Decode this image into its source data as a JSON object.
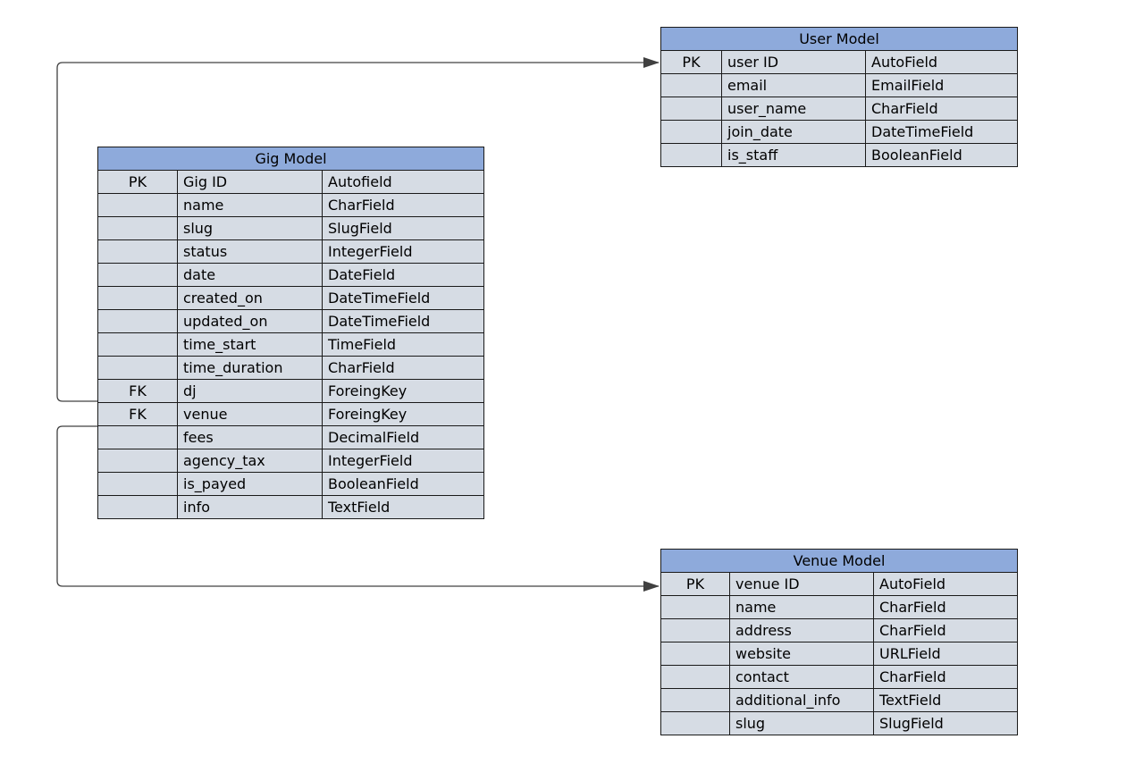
{
  "user_model": {
    "title": "User Model",
    "rows": [
      {
        "key": "PK",
        "field": "user ID",
        "type": "AutoField"
      },
      {
        "key": "",
        "field": "email",
        "type": "EmailField"
      },
      {
        "key": "",
        "field": "user_name",
        "type": "CharField"
      },
      {
        "key": "",
        "field": "join_date",
        "type": "DateTimeField"
      },
      {
        "key": "",
        "field": "is_staff",
        "type": "BooleanField"
      }
    ]
  },
  "gig_model": {
    "title": "Gig Model",
    "rows": [
      {
        "key": "PK",
        "field": "Gig ID",
        "type": "Autofield"
      },
      {
        "key": "",
        "field": "name",
        "type": "CharField"
      },
      {
        "key": "",
        "field": "slug",
        "type": "SlugField"
      },
      {
        "key": "",
        "field": "status",
        "type": "IntegerField"
      },
      {
        "key": "",
        "field": "date",
        "type": "DateField"
      },
      {
        "key": "",
        "field": "created_on",
        "type": "DateTimeField"
      },
      {
        "key": "",
        "field": "updated_on",
        "type": "DateTimeField"
      },
      {
        "key": "",
        "field": "time_start",
        "type": "TimeField"
      },
      {
        "key": "",
        "field": "time_duration",
        "type": "CharField"
      },
      {
        "key": "FK",
        "field": "dj",
        "type": "ForeingKey"
      },
      {
        "key": "FK",
        "field": "venue",
        "type": "ForeingKey"
      },
      {
        "key": "",
        "field": "fees",
        "type": "DecimalField"
      },
      {
        "key": "",
        "field": "agency_tax",
        "type": "IntegerField"
      },
      {
        "key": "",
        "field": "is_payed",
        "type": "BooleanField"
      },
      {
        "key": "",
        "field": "info",
        "type": "TextField"
      }
    ]
  },
  "venue_model": {
    "title": "Venue Model",
    "rows": [
      {
        "key": "PK",
        "field": "venue ID",
        "type": "AutoField"
      },
      {
        "key": "",
        "field": "name",
        "type": "CharField"
      },
      {
        "key": "",
        "field": "address",
        "type": "CharField"
      },
      {
        "key": "",
        "field": "website",
        "type": "URLField"
      },
      {
        "key": "",
        "field": "contact",
        "type": "CharField"
      },
      {
        "key": "",
        "field": "additional_info",
        "type": "TextField"
      },
      {
        "key": "",
        "field": "slug",
        "type": "SlugField"
      }
    ]
  },
  "relations": [
    {
      "from": "gig_model.dj",
      "to": "user_model.user ID"
    },
    {
      "from": "gig_model.venue",
      "to": "venue_model.venue ID"
    }
  ],
  "colors": {
    "header_fill": "#8eaadb",
    "row_fill": "#d6dce4",
    "border": "#1a1a1a",
    "connector": "#404040"
  }
}
